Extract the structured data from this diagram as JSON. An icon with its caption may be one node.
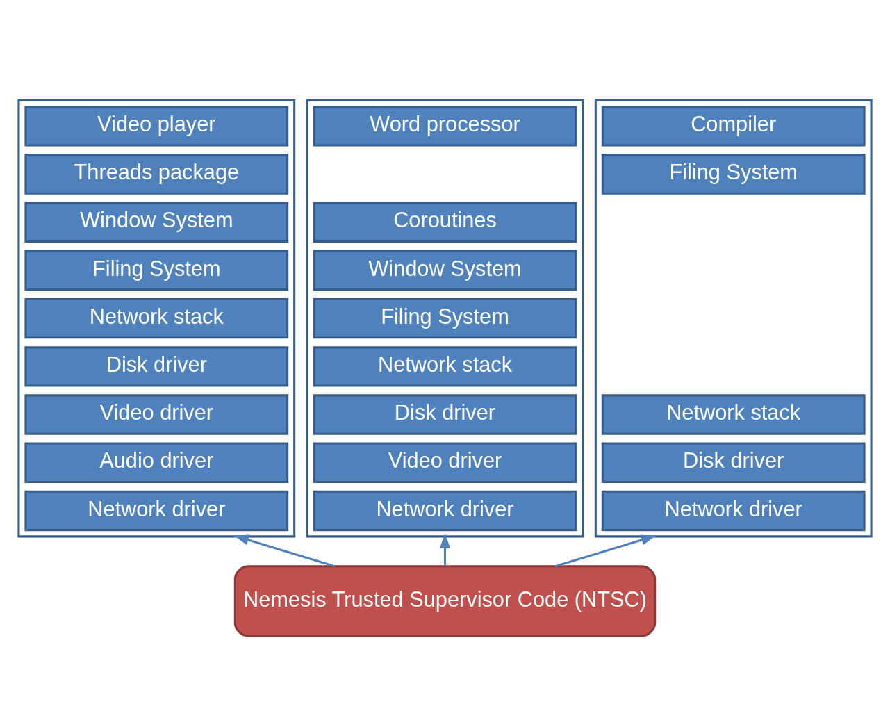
{
  "diagram": {
    "nodes": [
      {
        "text": [],
        "shape": "box"
      },
      {
        "text": [
          "Video player"
        ],
        "in": 0
      },
      {
        "text": [
          "Threads package"
        ],
        "in": 0
      },
      {
        "text": [
          "Window System"
        ],
        "in": 0
      },
      {
        "text": [
          "Filing System"
        ],
        "in": 0
      },
      {
        "text": [
          "Network stack"
        ],
        "in": 0
      },
      {
        "text": [
          "Disk driver"
        ],
        "in": 0
      },
      {
        "text": [
          "Video driver"
        ],
        "in": 0
      },
      {
        "text": [
          "Audio driver"
        ],
        "in": 0
      },
      {
        "text": [
          "Network driver"
        ],
        "in": 0
      },
      {
        "text": [],
        "shape": "box"
      },
      {
        "text": [
          "Word processor"
        ],
        "in": 10
      },
      {
        "text": [
          "Coroutines"
        ],
        "in": 10
      },
      {
        "text": [
          "Window System"
        ],
        "in": 10
      },
      {
        "text": [
          "Filing System"
        ],
        "in": 10
      },
      {
        "text": [
          "Network stack"
        ],
        "in": 10
      },
      {
        "text": [
          "Disk driver"
        ],
        "in": 10
      },
      {
        "text": [
          "Video driver"
        ],
        "in": 10
      },
      {
        "text": [
          "Network driver"
        ],
        "in": 10
      },
      {
        "text": [],
        "shape": "box"
      },
      {
        "text": [
          "Compiler"
        ],
        "in": 19
      },
      {
        "text": [
          "Filing System"
        ],
        "in": 19
      },
      {
        "text": [
          "Network stack"
        ],
        "in": 19
      },
      {
        "text": [
          "Disk driver"
        ],
        "in": 19
      },
      {
        "text": [
          "Network driver"
        ],
        "in": 19
      },
      {
        "text": [
          "Nemesis Trusted Supervisor Code (NTSC)"
        ]
      }
    ],
    "edges": [
      {
        "from": 25,
        "to": 0,
        "arrow": "to"
      },
      {
        "from": 25,
        "to": 10,
        "arrow": "to"
      },
      {
        "from": 25,
        "to": 19,
        "arrow": "to"
      }
    ]
  }
}
